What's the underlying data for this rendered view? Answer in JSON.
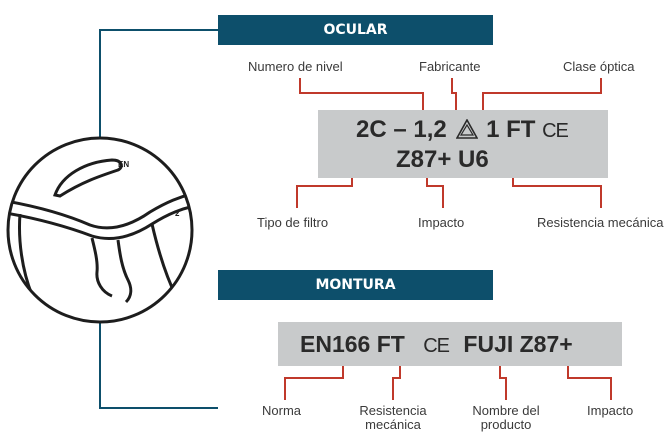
{
  "ocular": {
    "title": "OCULAR",
    "marking_line1_a": "2C – 1,2",
    "marking_line1_b": "1 FT",
    "ce": "CE",
    "marking_line2": "Z87+ U6",
    "labels": {
      "numero_nivel": "Numero de nivel",
      "fabricante": "Fabricante",
      "clase_optica": "Clase óptica",
      "tipo_filtro": "Tipo de filtro",
      "impacto": "Impacto",
      "resistencia": "Resistencia mecánica"
    }
  },
  "montura": {
    "title": "MONTURA",
    "marking_a": "EN166 FT",
    "ce": "CE",
    "marking_b": "FUJI Z87+",
    "labels": {
      "norma": "Norma",
      "resistencia_1": "Resistencia",
      "resistencia_2": "mecánica",
      "nombre_1": "Nombre del",
      "nombre_2": "producto",
      "impacto": "Impacto"
    }
  },
  "lens_text": {
    "top": "EN",
    "right": "2"
  },
  "colors": {
    "banner": "#0d4f6b",
    "leader_lines": "#c0392b",
    "plate": "#c8cacb",
    "connector": "#0d4f6b"
  }
}
